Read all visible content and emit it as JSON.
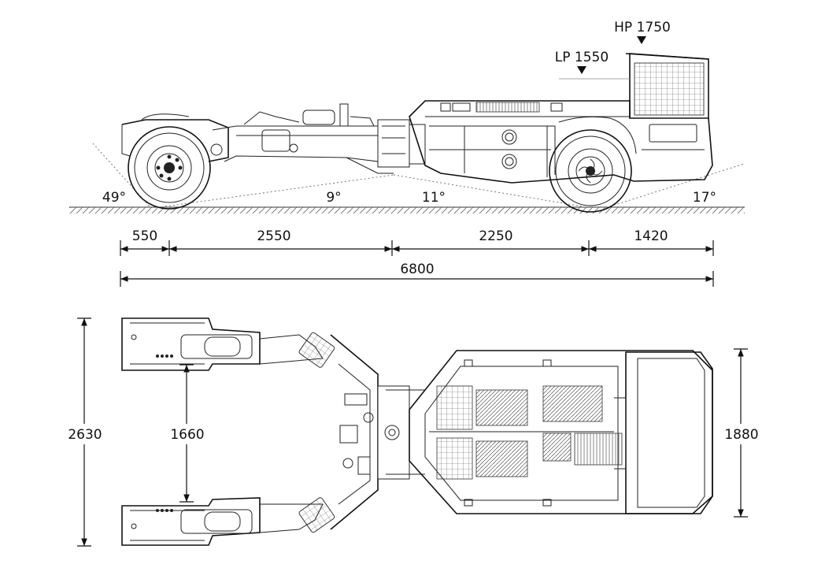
{
  "side_view": {
    "height_labels": {
      "hp": "HP 1750",
      "lp": "LP 1550"
    },
    "angles": {
      "front": "49°",
      "mid_left": "9°",
      "mid_right": "11°",
      "rear": "17°"
    }
  },
  "dimensions": {
    "seg1": "550",
    "seg2": "2550",
    "seg3": "2250",
    "seg4": "1420",
    "overall_length": "6800"
  },
  "top_view": {
    "overall_width": "2630",
    "track_width": "1660",
    "body_width": "1880"
  }
}
